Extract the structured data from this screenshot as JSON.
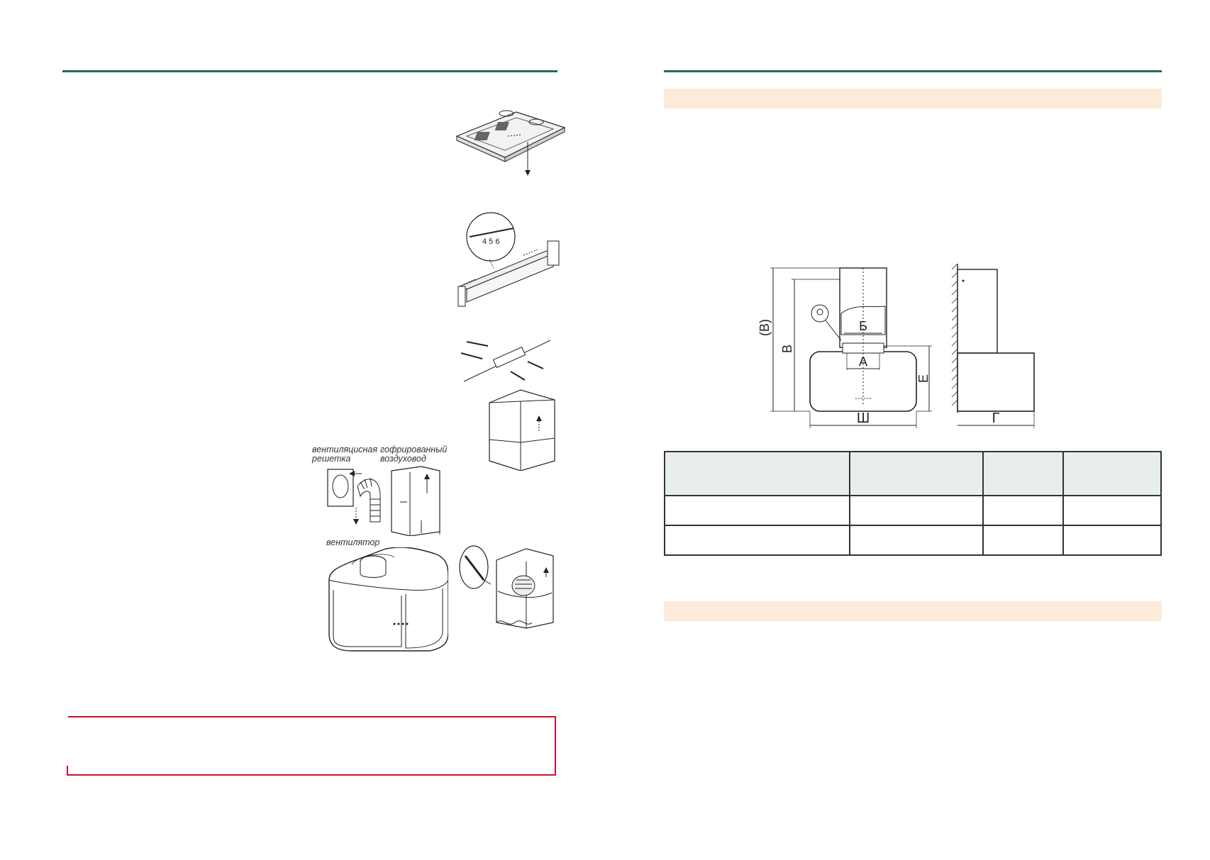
{
  "figure_labels": {
    "vent_grille": "вентиляцисная решетка",
    "corrugated_duct": "гофрированный воздуховод",
    "fan": "вентилятор",
    "bracket_numbers": "4 5 6"
  },
  "dimension_labels": {
    "B_paren": "(В)",
    "B": "В",
    "Б": "Б",
    "A": "А",
    "E": "Е",
    "Sh": "Ш",
    "G": "Г"
  },
  "colors": {
    "green_rule": "#1e6e52",
    "peach_band": "#fdebd9",
    "red_box": "#c8102e",
    "table_header": "#e8efeb"
  }
}
